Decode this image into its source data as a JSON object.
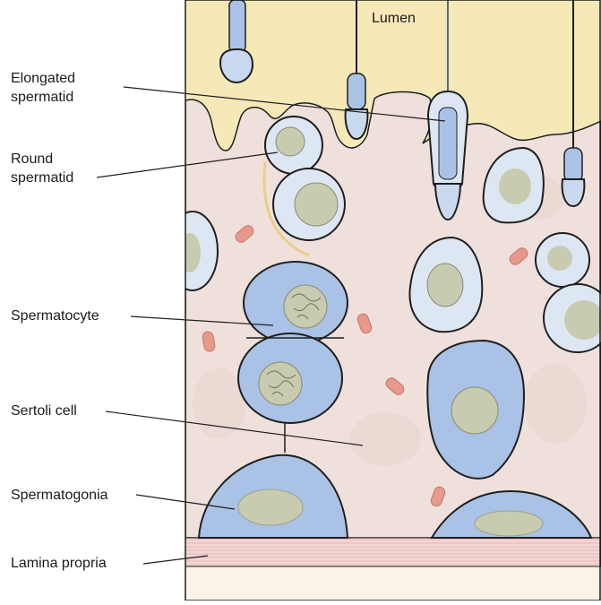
{
  "diagram": {
    "lumen_label": "Lumen",
    "labels": {
      "elongated_spermatid_line1": "Elongated",
      "elongated_spermatid_line2": "spermatid",
      "round_spermatid_line1": "Round",
      "round_spermatid_line2": "spermatid",
      "spermatocyte": "Spermatocyte",
      "sertoli_cell": "Sertoli cell",
      "spermatogonia": "Spermatogonia",
      "lamina_propria": "Lamina propria"
    },
    "colors": {
      "lumen": "#f7e8b8",
      "sertoli": "#f0e0dc",
      "cell_fill": "#c9d9ef",
      "cell_fill_dark": "#a9c2e6",
      "cell_light": "#dde7f4",
      "nucleus": "#c9cbb0",
      "lamina": "#f3d6d4",
      "outline": "#1f1f1f",
      "mitochondria": "#e79a8c"
    }
  }
}
